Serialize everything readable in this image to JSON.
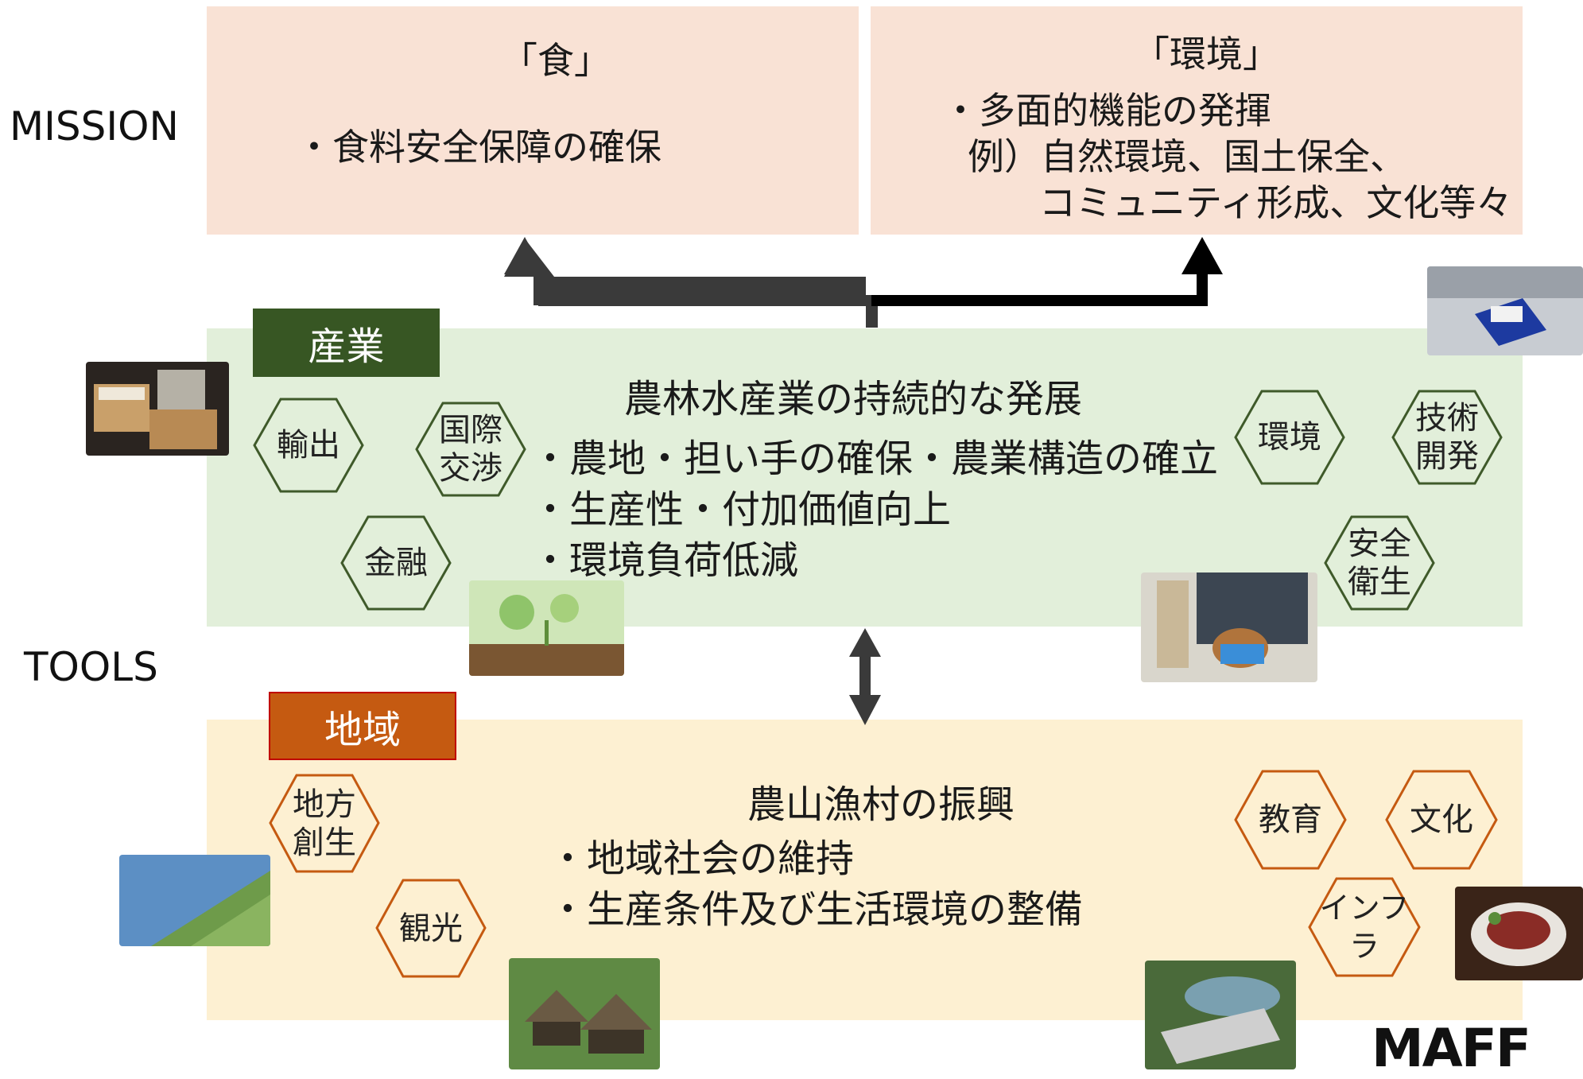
{
  "labels": {
    "mission": "MISSION",
    "tools": "TOOLS"
  },
  "mission": {
    "food": {
      "title": "「食」",
      "line1": "・食料安全保障の確保"
    },
    "environment": {
      "title": "「環境」",
      "line1": "・多面的機能の発揮",
      "line2": "例）自然環境、国土保全、",
      "line3": "コミュニティ形成、文化等々"
    }
  },
  "industry": {
    "tag": "産業",
    "heading": "農林水産業の持続的な発展",
    "bullets": [
      "・農地・担い手の確保・農業構造の確立",
      "・生産性・付加価値向上",
      "・環境負荷低減"
    ],
    "hexes": [
      "輸出",
      "国際\n交渉",
      "金融",
      "環境",
      "技術\n開発",
      "安全\n衛生"
    ]
  },
  "region": {
    "tag": "地域",
    "heading": "農山漁村の振興",
    "bullets": [
      "・地域社会の維持",
      "・生産条件及び生活環境の整備"
    ],
    "hexes": [
      "地方\n創生",
      "観光",
      "教育",
      "文化",
      "インフラ"
    ]
  },
  "colors": {
    "mission_bg": "#f9e2d5",
    "industry_bg": "#e2efda",
    "region_bg": "#fdf0d2",
    "industry_tag": "#375623",
    "region_tag": "#c55a11",
    "industry_hex_stroke": "#3f5a2a",
    "region_hex_stroke": "#c55a11"
  },
  "logo": "MAFF"
}
